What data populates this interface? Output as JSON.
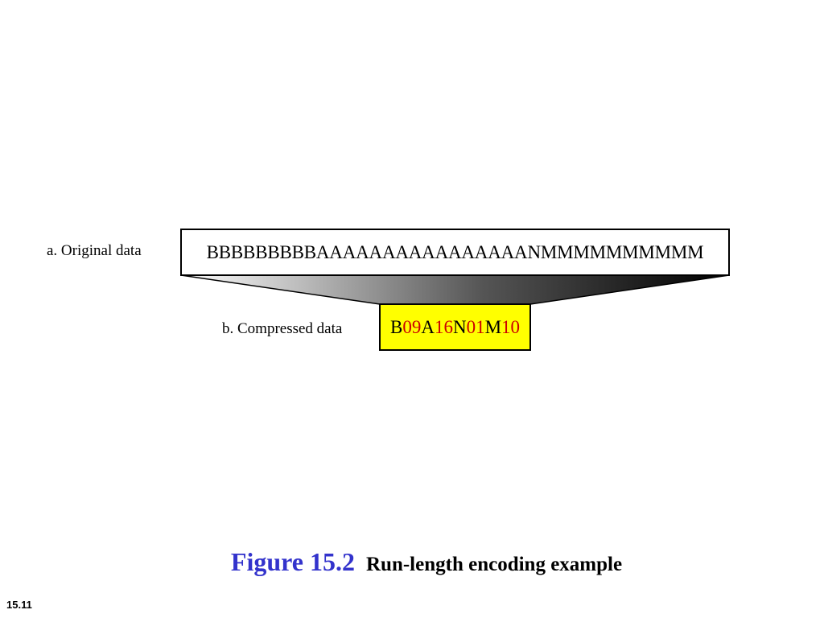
{
  "diagram": {
    "original_label": "a. Original data",
    "original_value": "BBBBBBBBBAAAAAAAAAAAAAAAANMMMMMMMMMM",
    "compressed_label": "b. Compressed data",
    "compressed_runs": [
      {
        "symbol": "B",
        "count": "09"
      },
      {
        "symbol": "A",
        "count": "16"
      },
      {
        "symbol": "N",
        "count": "01"
      },
      {
        "symbol": "M",
        "count": "10"
      }
    ]
  },
  "colors": {
    "compressed_box": "#ffff00",
    "run_count": "#cc0000",
    "figure_number": "#3333cc"
  },
  "caption": {
    "figure": "Figure 15.2",
    "text": "Run-length encoding example"
  },
  "page_number": "15.11"
}
